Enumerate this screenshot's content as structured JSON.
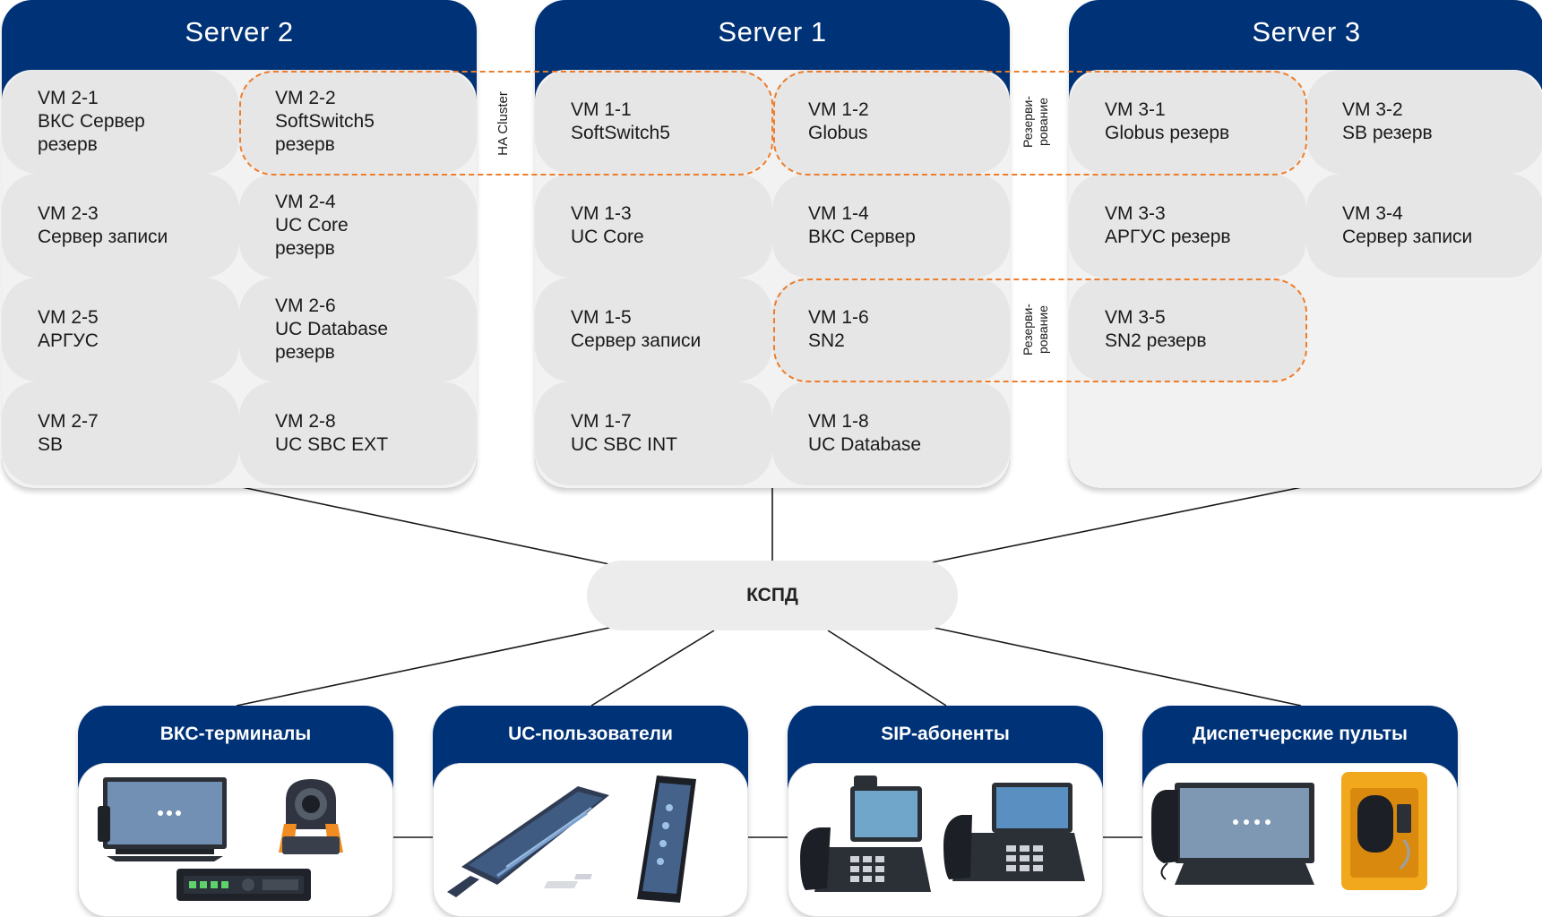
{
  "servers": [
    {
      "title": "Server 2",
      "vms": [
        {
          "id": "VM 2-1",
          "lines": [
            "ВКС Сервер",
            "резерв"
          ]
        },
        {
          "id": "VM 2-2",
          "lines": [
            "SoftSwitch5",
            "резерв"
          ]
        },
        {
          "id": "VM 2-3",
          "lines": [
            "Сервер записи"
          ]
        },
        {
          "id": "VM 2-4",
          "lines": [
            "UC Core",
            "резерв"
          ]
        },
        {
          "id": "VM 2-5",
          "lines": [
            "АРГУС"
          ]
        },
        {
          "id": "VM 2-6",
          "lines": [
            "UC Database",
            "резерв"
          ]
        },
        {
          "id": "VM 2-7",
          "lines": [
            "SB"
          ]
        },
        {
          "id": "VM 2-8",
          "lines": [
            "UC SBC EXT"
          ]
        }
      ]
    },
    {
      "title": "Server 1",
      "vms": [
        {
          "id": "VM 1-1",
          "lines": [
            "SoftSwitch5"
          ]
        },
        {
          "id": "VM 1-2",
          "lines": [
            "Globus"
          ]
        },
        {
          "id": "VM 1-3",
          "lines": [
            "UC Core"
          ]
        },
        {
          "id": "VM 1-4",
          "lines": [
            "ВКС Сервер"
          ]
        },
        {
          "id": "VM 1-5",
          "lines": [
            "Сервер записи"
          ]
        },
        {
          "id": "VM 1-6",
          "lines": [
            "SN2"
          ]
        },
        {
          "id": "VM 1-7",
          "lines": [
            "UC SBC INT"
          ]
        },
        {
          "id": "VM 1-8",
          "lines": [
            "UC Database"
          ]
        }
      ]
    },
    {
      "title": "Server 3",
      "vms": [
        {
          "id": "VM 3-1",
          "lines": [
            "Globus резерв"
          ]
        },
        {
          "id": "VM 3-2",
          "lines": [
            "SB резерв"
          ]
        },
        {
          "id": "VM 3-3",
          "lines": [
            "АРГУС резерв"
          ]
        },
        {
          "id": "VM 3-4",
          "lines": [
            "Сервер записи"
          ]
        },
        {
          "id": "VM 3-5",
          "lines": [
            "SN2 резерв"
          ]
        }
      ]
    }
  ],
  "labels": {
    "ha_cluster": "HA Cluster",
    "redundancy_1": [
      "Резерви-",
      "рование"
    ],
    "redundancy_2": [
      "Резерви-",
      "рование"
    ]
  },
  "network": {
    "label": "КСПД"
  },
  "endpoints": [
    {
      "title": "ВКС-терминалы",
      "icons": [
        "video-terminal-icon",
        "ptz-camera-icon",
        "codec-box-icon"
      ]
    },
    {
      "title": "UC-пользователи",
      "icons": [
        "desktop-client-icon",
        "smartphone-icon"
      ]
    },
    {
      "title": "SIP-абоненты",
      "icons": [
        "video-ip-phone-icon",
        "ip-phone-icon"
      ]
    },
    {
      "title": "Диспетчерские пульты",
      "icons": [
        "dispatcher-console-icon",
        "industrial-phone-icon"
      ]
    }
  ],
  "colors": {
    "header_blue": "#003277",
    "panel_grey": "#f2f2f2",
    "vm_grey": "#e6e6e6",
    "dashed_orange": "#ee7d2a",
    "line": "#1a1a1a",
    "industrial_yellow": "#f2a81d"
  }
}
